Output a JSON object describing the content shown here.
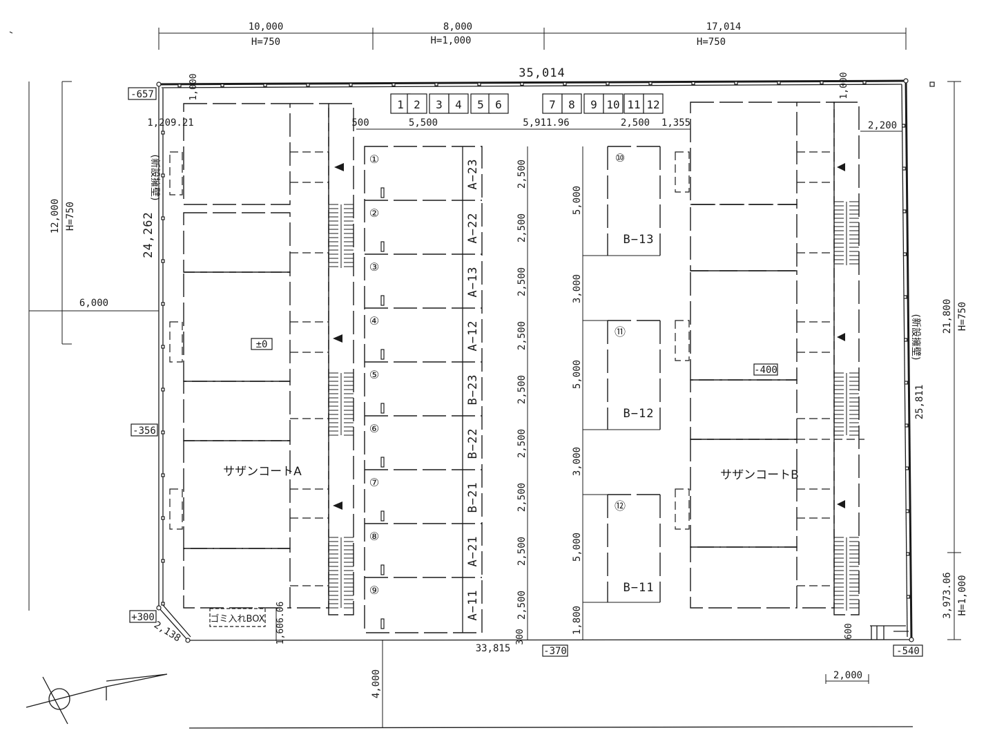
{
  "top_dims": {
    "d1": "10,000",
    "h1": "H=750",
    "d2": "8,000",
    "h2": "H=1,000",
    "d3": "17,014",
    "h3": "H=750",
    "total": "35,014"
  },
  "spot_levels": {
    "nw": "-657",
    "west": "-356",
    "sw": "+300",
    "court_a": "±0",
    "court_b": "-400",
    "south": "-370",
    "se": "-540"
  },
  "side_dims": {
    "left_total": "24,262",
    "left_note": "(新設擁壁)",
    "left_far": "12,000",
    "left_far_h": "H=750",
    "left_offset": "6,000",
    "right_total": "21,800",
    "right_total_h": "H=750",
    "right_inner": "25,811",
    "right_note": "(新設擁壁)",
    "right_bottom": "3,973.06",
    "right_bottom_h": "H=1,000",
    "corner": "2,138",
    "sw_dim": "1,606.06"
  },
  "row_dims": {
    "d_1209": "1,209.21",
    "d_500": "500",
    "d_5500": "5,500",
    "d_5911": "5,911.96",
    "d_2500": "2,500",
    "d_1355": "1,355",
    "d_2200": "2,200",
    "d_1000_left": "1,000",
    "d_1000_right": "1,000",
    "bottom_total": "33,815",
    "bottom_300": "300",
    "d_4000": "4,000",
    "d_2000": "2,000",
    "d_600": "600"
  },
  "top_slots": [
    "1",
    "2",
    "3",
    "4",
    "5",
    "6",
    "7",
    "8",
    "9",
    "10",
    "11",
    "12"
  ],
  "parking_left": {
    "slots": [
      "①",
      "②",
      "③",
      "④",
      "⑤",
      "⑥",
      "⑦",
      "⑧",
      "⑨"
    ],
    "labels": [
      "A−23",
      "A−22",
      "A−13",
      "A−12",
      "B−23",
      "B−22",
      "B−21",
      "A−21",
      "A−11"
    ],
    "widths": [
      "2,500",
      "2,500",
      "2,500",
      "2,500",
      "2,500",
      "2,500",
      "2,500",
      "2,500",
      "2,500"
    ]
  },
  "parking_right": {
    "slots": [
      "⑩",
      "⑪",
      "⑫"
    ],
    "labels": [
      "B−13",
      "B−12",
      "B−11"
    ],
    "dims": [
      "5,000",
      "3,000",
      "5,000",
      "3,000",
      "5,000",
      "1,800"
    ]
  },
  "buildings": {
    "a": "サザンコートA",
    "b": "サザンコートB",
    "box": "ゴミ入れBOX"
  }
}
